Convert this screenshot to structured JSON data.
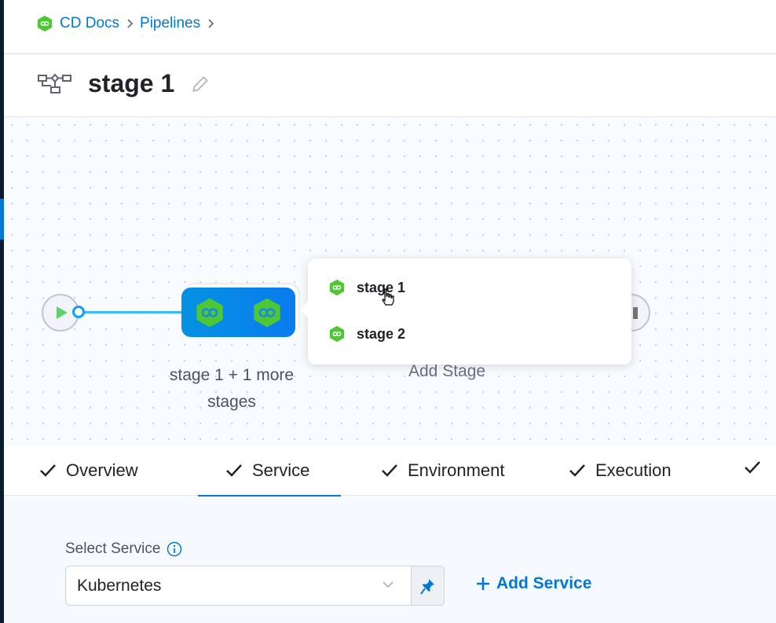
{
  "breadcrumb": {
    "items": [
      "CD Docs",
      "Pipelines"
    ]
  },
  "header": {
    "title": "stage 1"
  },
  "canvas": {
    "group_label": "stage 1 + 1 more stages",
    "add_stage_label": "Add Stage",
    "popup_items": [
      "stage 1",
      "stage 2"
    ]
  },
  "tabs": [
    {
      "label": "Overview"
    },
    {
      "label": "Service",
      "active": true
    },
    {
      "label": "Environment"
    },
    {
      "label": "Execution"
    }
  ],
  "service": {
    "label": "Select Service",
    "selected": "Kubernetes",
    "add_label": "Add Service"
  },
  "colors": {
    "accent": "#0278d5",
    "stage_green": "#4dc734"
  }
}
